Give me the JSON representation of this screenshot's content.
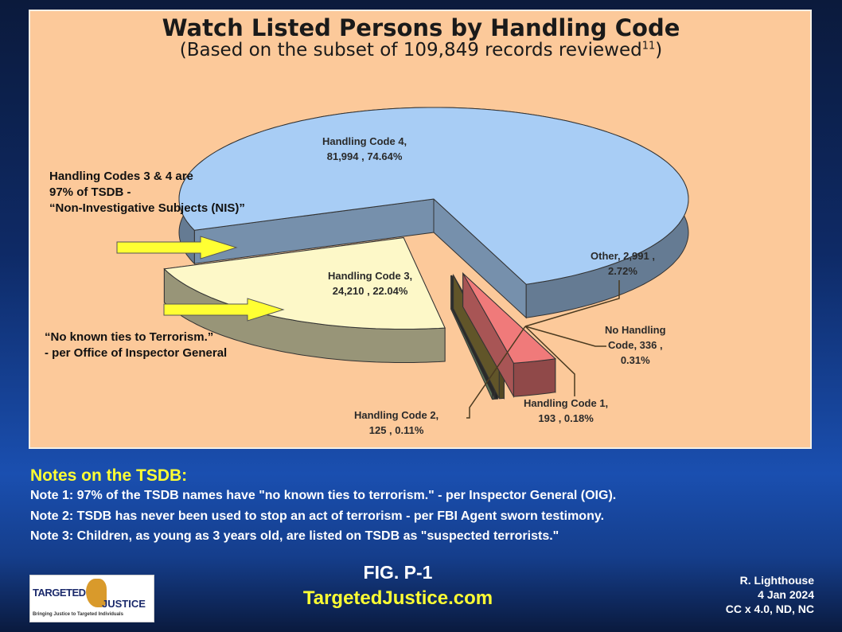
{
  "chart_data": {
    "type": "pie",
    "title": "Watch Listed Persons by Handling Code",
    "subtitle": "(Based on the subset of 109,849 records reviewed",
    "subtitle_footnote": "11",
    "subtitle_close": ")",
    "slices": [
      {
        "name": "Handling Code 4",
        "value": 81994,
        "percent": 74.64,
        "label": [
          "Handling Code 4,",
          "81,994 , 74.64%"
        ],
        "color": "#a8cdf5"
      },
      {
        "name": "Other",
        "value": 2991,
        "percent": 2.72,
        "label": [
          "Other,  2,991 ,",
          "2.72%"
        ],
        "color": "#f07a7a"
      },
      {
        "name": "No Handling Code",
        "value": 336,
        "percent": 0.31,
        "label": [
          "No Handling",
          "Code,  336 ,",
          "0.31%"
        ],
        "color": "#8a7a3a"
      },
      {
        "name": "Handling Code 1",
        "value": 193,
        "percent": 0.18,
        "label": [
          "Handling Code 1,",
          "193 , 0.18%"
        ],
        "color": "#3a3a3a"
      },
      {
        "name": "Handling Code 2",
        "value": 125,
        "percent": 0.11,
        "label": [
          "Handling Code 2,",
          "125 , 0.11%"
        ],
        "color": "#7fa07a"
      },
      {
        "name": "Handling Code 3",
        "value": 24210,
        "percent": 22.04,
        "label": [
          "Handling Code 3,",
          "24,210 , 22.04%"
        ],
        "color": "#fdf8c8"
      }
    ],
    "legend": "none"
  },
  "annotations": {
    "codes34": [
      "Handling Codes 3 & 4 are",
      "97% of TSDB -",
      "“Non-Investigative Subjects (NIS)”"
    ],
    "noties": [
      "“No known ties to Terrorism.”",
      "- per Office of Inspector General"
    ]
  },
  "notes": {
    "title": "Notes on the TSDB:",
    "items": [
      "Note 1:  97% of the TSDB names have \"no known ties to terrorism.\"  - per Inspector General (OIG).",
      "Note 2:  TSDB has never been used to stop an act of terrorism - per FBI Agent sworn testimony.",
      "Note 3:  Children, as young as 3 years old, are listed on TSDB as \"suspected terrorists.\""
    ]
  },
  "footer": {
    "fig": "FIG. P-1",
    "site": "TargetedJustice.com",
    "credit": [
      "R. Lighthouse",
      "4 Jan 2024",
      "CC x 4.0, ND, NC"
    ],
    "logo": {
      "line1": "TARGETED",
      "line2": "JUSTICE",
      "tagline": "Bringing Justice to Targeted Individuals"
    }
  },
  "colors": {
    "panel": "#fcc99a",
    "arrow": "#ffff33",
    "notes_title": "#ffff33"
  }
}
